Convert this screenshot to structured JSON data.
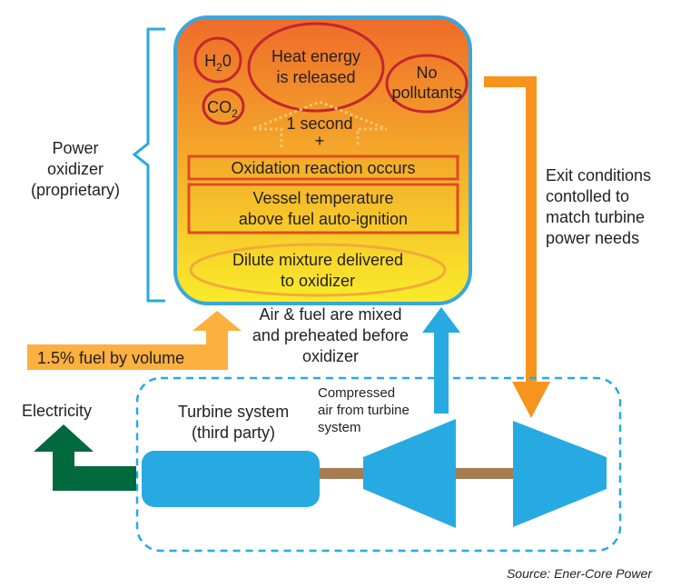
{
  "oxidizer": {
    "bubbles": {
      "h2o": {
        "main": "H",
        "sub": "2",
        "tail": "0"
      },
      "co2": {
        "main": "CO",
        "sub": "2"
      },
      "heat": [
        "Heat energy",
        "is released"
      ],
      "no_pollutants": [
        "No",
        "pollutants"
      ]
    },
    "time": [
      "1 second",
      "+"
    ],
    "steps": {
      "oxidation": "Oxidation reaction occurs",
      "vessel": [
        "Vessel temperature",
        "above fuel auto-ignition"
      ],
      "dilute": [
        "Dilute mixture delivered",
        "to oxidizer"
      ]
    }
  },
  "labels": {
    "power_oxidizer": [
      "Power",
      "oxidizer",
      "(proprietary)"
    ],
    "exit_conditions": [
      "Exit conditions",
      "contolled to",
      "match turbine",
      "power needs"
    ],
    "fuel": "1.5% fuel by volume",
    "air_fuel": [
      "Air & fuel are mixed",
      "and preheated before",
      "oxidizer"
    ],
    "electricity": "Electricity",
    "turbine_system": [
      "Turbine system",
      "(third party)"
    ],
    "compressed_air": [
      "Compressed",
      "air from turbine",
      "system"
    ],
    "source": "Source: Ener-Core Power"
  },
  "colors": {
    "oxidizer_top": "#ef6b2a",
    "oxidizer_bottom": "#f9ec2a",
    "oxidizer_border": "#3aa6dd",
    "red_outline": "#c3272e",
    "step_outline": "#e14a25",
    "dilute_outline": "#f2a93b",
    "time_dots": "#f6c76a",
    "orange_arrow": "#f7941d",
    "fuel_arrow": "#fbb040",
    "blue": "#27aae1",
    "green": "#00693e",
    "shaft": "#a67c52",
    "dashed": "#27aae1"
  }
}
